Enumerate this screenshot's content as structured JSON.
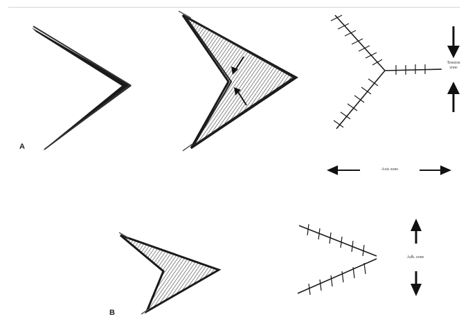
{
  "panels": {
    "a": {
      "label": "A"
    },
    "b": {
      "label": "B"
    }
  },
  "annotations": {
    "tension_zone": {
      "line1": "Tension",
      "line2": "zone"
    },
    "axis_zone": "Axis zone",
    "adhesion_zone": {
      "line1": "Adh. zone"
    }
  },
  "colors": {
    "ink": "#1a1a1a",
    "shade": "#6b6b6b",
    "paper": "#ffffff"
  }
}
